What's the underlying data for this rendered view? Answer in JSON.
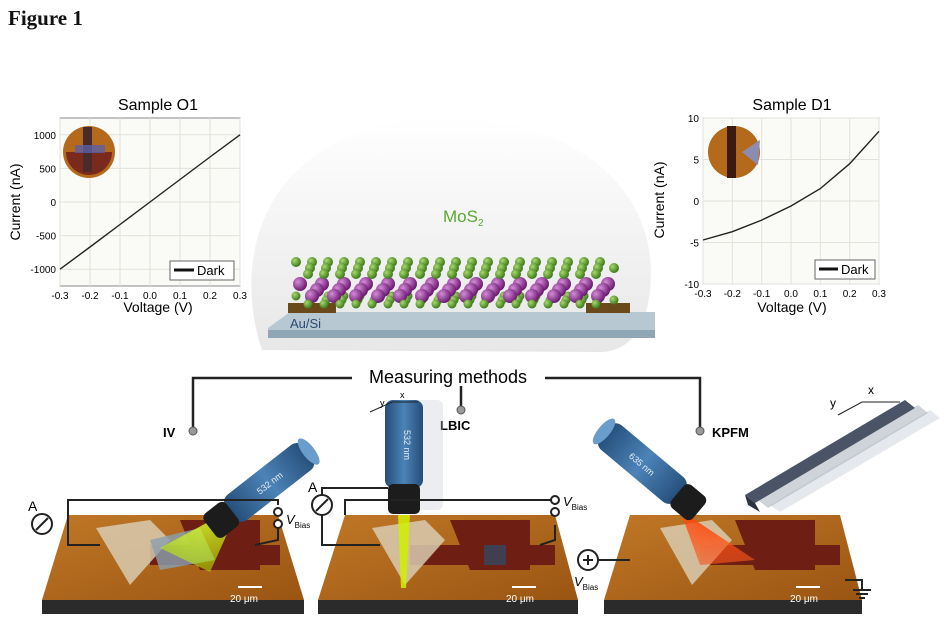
{
  "figure": {
    "title": "Figure 1"
  },
  "plots": {
    "left": {
      "title": "Sample O1",
      "xlabel": "Voltage (V)",
      "ylabel": "Current (nA)",
      "yticks": [
        "1000",
        "500",
        "0",
        "-500",
        "-1000"
      ],
      "xticks": [
        "-0.3",
        "-0.2",
        "-0.1",
        "0.0",
        "0.1",
        "0.2",
        "0.3"
      ],
      "legend": "Dark"
    },
    "right": {
      "title": "Sample D1",
      "xlabel": "Voltage (V)",
      "ylabel": "Current (nA)",
      "yticks": [
        "10",
        "5",
        "0",
        "-5",
        "-10"
      ],
      "xticks": [
        "-0.3",
        "-0.2",
        "-0.1",
        "0.0",
        "0.1",
        "0.2",
        "0.3"
      ],
      "legend": "Dark"
    }
  },
  "chart_data": [
    {
      "type": "line",
      "title": "Sample O1",
      "xlabel": "Voltage (V)",
      "ylabel": "Current (nA)",
      "xlim": [
        -0.3,
        0.3
      ],
      "ylim": [
        -1250,
        1250
      ],
      "series": [
        {
          "name": "Dark",
          "x": [
            -0.3,
            -0.2,
            -0.1,
            0.0,
            0.1,
            0.2,
            0.3
          ],
          "y": [
            -1000,
            -670,
            -335,
            0,
            335,
            670,
            1000
          ]
        }
      ]
    },
    {
      "type": "line",
      "title": "Sample D1",
      "xlabel": "Voltage (V)",
      "ylabel": "Current (nA)",
      "xlim": [
        -0.3,
        0.3
      ],
      "ylim": [
        -10,
        10
      ],
      "series": [
        {
          "name": "Dark",
          "x": [
            -0.3,
            -0.2,
            -0.1,
            0.0,
            0.1,
            0.2,
            0.3
          ],
          "y": [
            -4.7,
            -3.7,
            -2.3,
            -0.6,
            1.5,
            4.5,
            8.4
          ]
        }
      ]
    }
  ],
  "center": {
    "material": "MoS",
    "material_sub": "2",
    "substrate": "Au/Si"
  },
  "methods": {
    "title": "Measuring methods",
    "iv": "IV",
    "lbic": "LBIC",
    "kpfm": "KPFM"
  },
  "setups": {
    "iv": {
      "laser": "532 nm",
      "ammeter": "A",
      "bias": "V",
      "bias_sub": "Bias",
      "scale": "20 μm"
    },
    "lbic": {
      "laser": "532 nm",
      "ammeter": "A",
      "bias": "V",
      "bias_sub": "Bias",
      "scale": "20 μm",
      "axis_x": "x",
      "axis_y": "y"
    },
    "kpfm": {
      "laser": "635 nm",
      "bias": "V",
      "bias_sub": "Bias",
      "scale": "20 μm",
      "axis_x": "x",
      "axis_y": "y"
    }
  },
  "colors": {
    "mos2_green": "#5aa832",
    "mo_purple": "#8a2f8f",
    "laser_blue": "#3d6d9e",
    "green_beam": "#c8f000",
    "red_beam": "#ff2a00",
    "sample_orange": "#b96a1c",
    "flake_dark": "#6e1e12"
  }
}
